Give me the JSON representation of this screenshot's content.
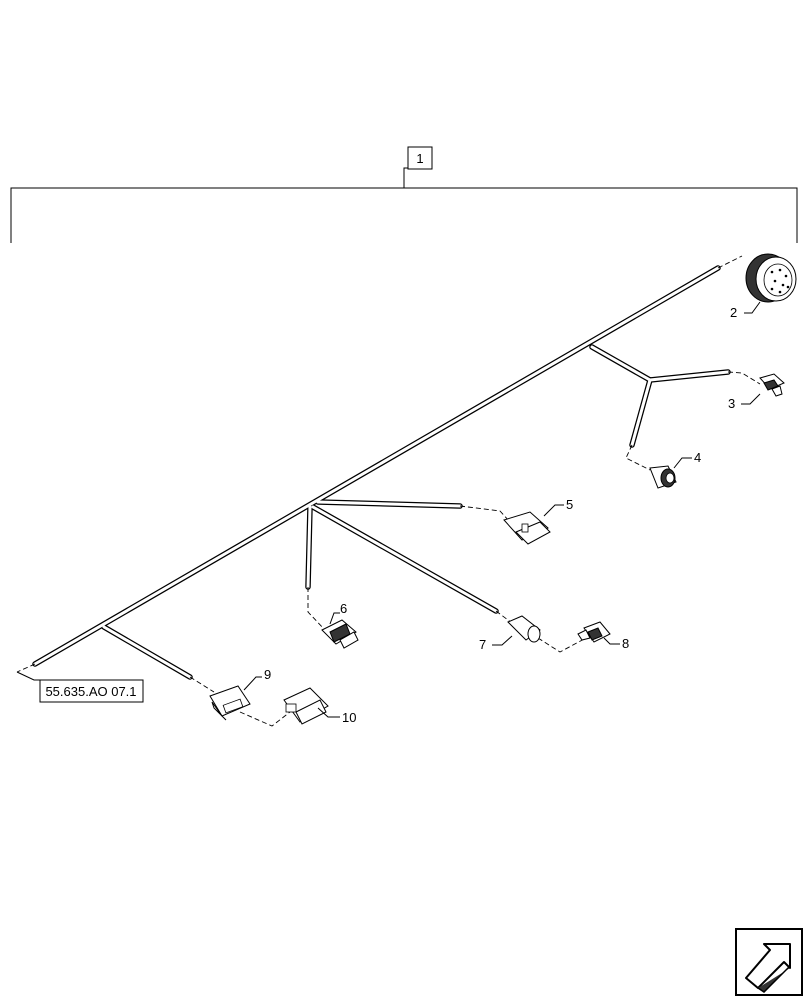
{
  "callouts": [
    {
      "id": "c1",
      "text": "1"
    },
    {
      "id": "c2",
      "text": "2"
    },
    {
      "id": "c3",
      "text": "3"
    },
    {
      "id": "c4",
      "text": "4"
    },
    {
      "id": "c5",
      "text": "5"
    },
    {
      "id": "c6",
      "text": "6"
    },
    {
      "id": "c7",
      "text": "7"
    },
    {
      "id": "c8",
      "text": "8"
    },
    {
      "id": "c9",
      "text": "9"
    },
    {
      "id": "c10",
      "text": "10"
    }
  ],
  "reference": {
    "text": "55.635.AO 07.1"
  },
  "nav_icon": "next-page-arrow-icon"
}
